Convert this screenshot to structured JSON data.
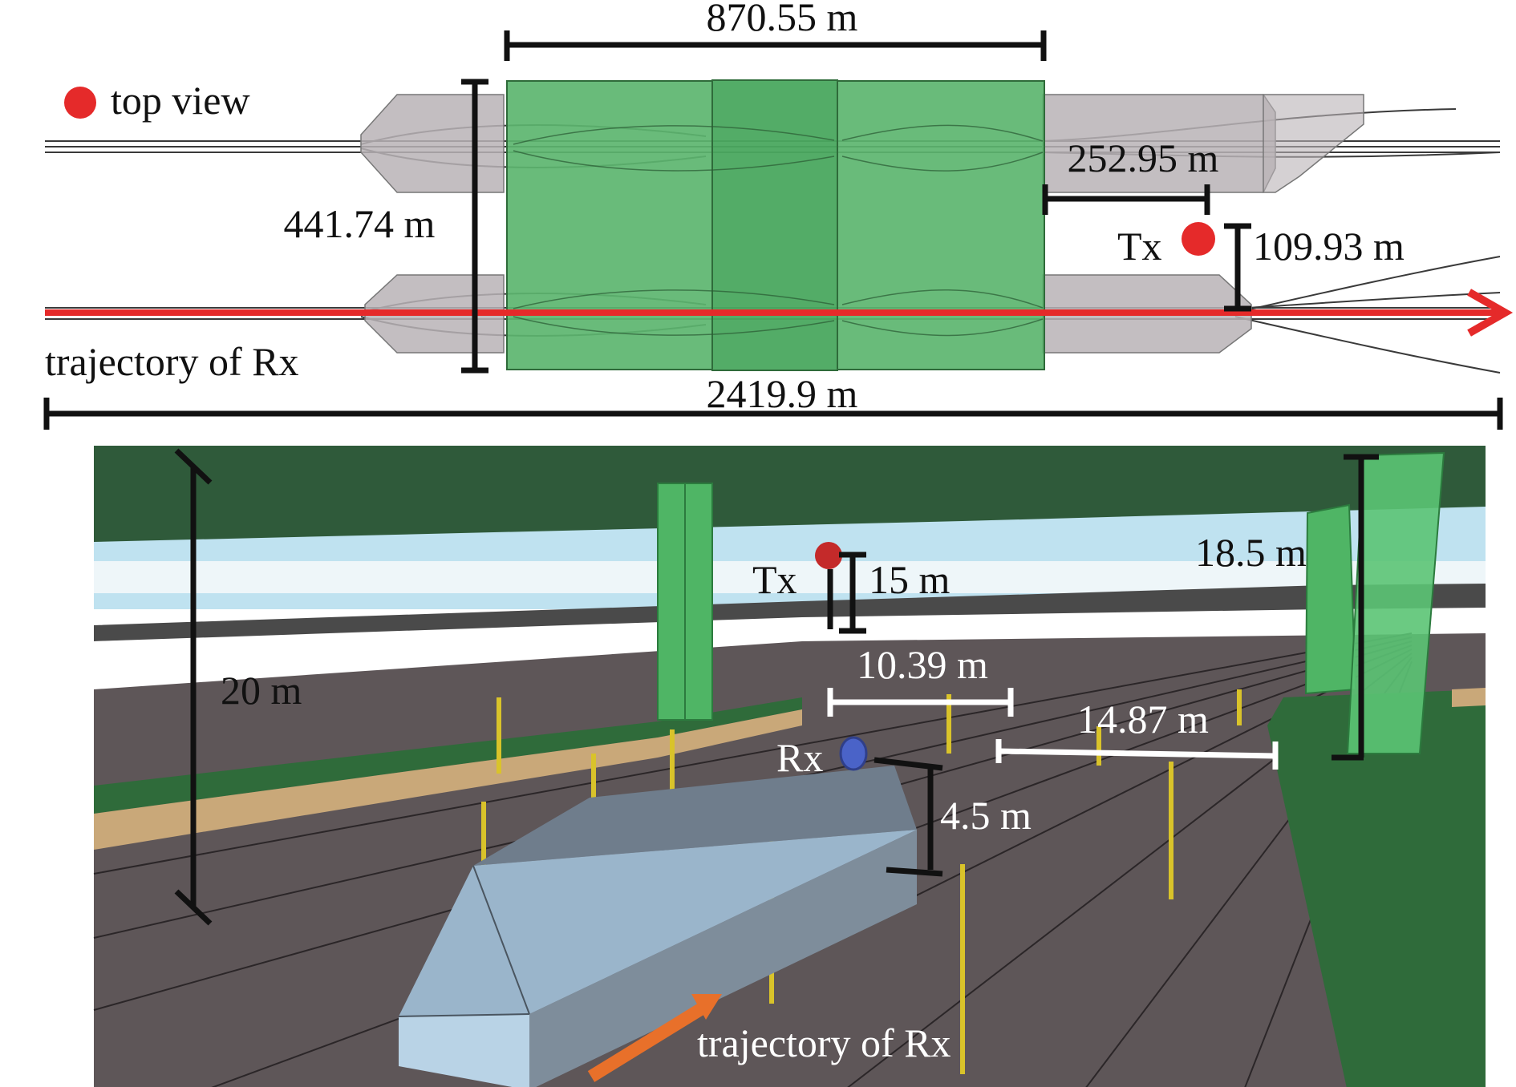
{
  "top_panel": {
    "legend_label": "top view",
    "dim_total_width": "870.55 m",
    "dim_station_height": "441.74 m",
    "dim_tx_offset": "252.95 m",
    "dim_tx_to_track": "109.93 m",
    "dim_total_length": "2419.9 m",
    "tx_label": "Tx",
    "trajectory_label": "trajectory of Rx"
  },
  "bottom_panel": {
    "dim_roof_height": "20 m",
    "dim_tx_height": "15 m",
    "dim_tx_horizontal": "10.39 m",
    "dim_platform_gap": "14.87 m",
    "dim_pillar_height": "18.5 m",
    "dim_rx_height": "4.5 m",
    "tx_label": "Tx",
    "rx_label": "Rx",
    "trajectory_label": "trajectory of Rx"
  },
  "colors": {
    "station_green": "#5cb56f",
    "trajectory_red": "#e52a2a",
    "tx_red": "#e52a2a",
    "rx_blue": "#4a63c8",
    "dimension_black": "#111111",
    "sky_blue": "#bfe2f0",
    "ground_gray": "#5e5658",
    "train_blue": "#93b3cb",
    "arrow_orange": "#e8702a"
  }
}
